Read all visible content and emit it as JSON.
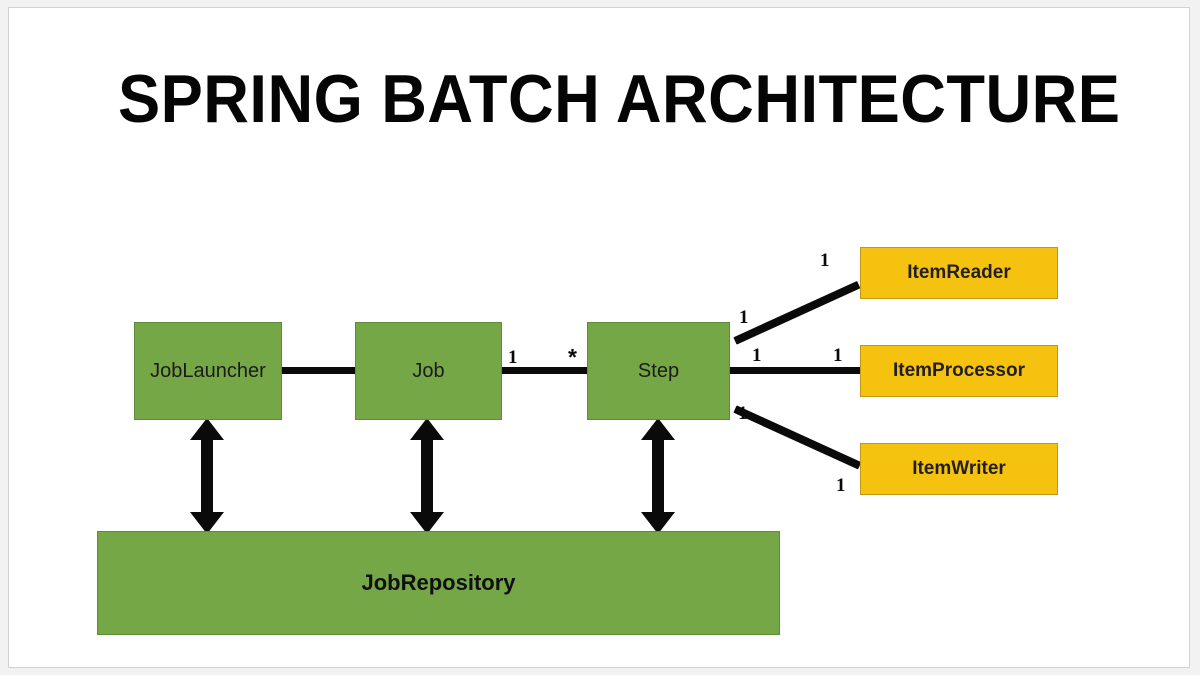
{
  "slide": {
    "title": "SPRING BATCH ARCHITECTURE",
    "background_color": "#ffffff",
    "frame_border_color": "#d2d2d2"
  },
  "palette": {
    "green": "#76A747",
    "green_border": "#5F8A37",
    "yellow": "#F5C210",
    "yellow_border": "#C09A17",
    "line": "#0A0A0A",
    "text": "#1B1B1B"
  },
  "diagram": {
    "type": "uml-class-architecture",
    "nodes": [
      {
        "id": "joblauncher",
        "label": "JobLauncher",
        "style": "green",
        "bold": false
      },
      {
        "id": "job",
        "label": "Job",
        "style": "green",
        "bold": false
      },
      {
        "id": "step",
        "label": "Step",
        "style": "green",
        "bold": false
      },
      {
        "id": "jobrepository",
        "label": "JobRepository",
        "style": "green",
        "bold": true
      },
      {
        "id": "itemreader",
        "label": "ItemReader",
        "style": "yellow",
        "bold": true
      },
      {
        "id": "itemprocessor",
        "label": "ItemProcessor",
        "style": "yellow",
        "bold": true
      },
      {
        "id": "itemwriter",
        "label": "ItemWriter",
        "style": "yellow",
        "bold": true
      }
    ],
    "edges": [
      {
        "from": "joblauncher",
        "to": "job",
        "kind": "line",
        "from_mult": "",
        "to_mult": ""
      },
      {
        "from": "job",
        "to": "step",
        "kind": "line",
        "from_mult": "1",
        "to_mult": "*"
      },
      {
        "from": "step",
        "to": "itemreader",
        "kind": "line",
        "from_mult": "1",
        "to_mult": "1"
      },
      {
        "from": "step",
        "to": "itemprocessor",
        "kind": "line",
        "from_mult": "1",
        "to_mult": "1"
      },
      {
        "from": "step",
        "to": "itemwriter",
        "kind": "line",
        "from_mult": "1",
        "to_mult": "1"
      },
      {
        "from": "joblauncher",
        "to": "jobrepository",
        "kind": "double-arrow",
        "from_mult": "",
        "to_mult": ""
      },
      {
        "from": "job",
        "to": "jobrepository",
        "kind": "double-arrow",
        "from_mult": "",
        "to_mult": ""
      },
      {
        "from": "step",
        "to": "jobrepository",
        "kind": "double-arrow",
        "from_mult": "",
        "to_mult": ""
      }
    ],
    "multiplicity_labels": {
      "job_to_step_near_job": "1",
      "job_to_step_near_step": "*",
      "step_to_reader_near_step": "1",
      "step_to_reader_near_reader": "1",
      "step_to_processor_near_step": "1",
      "step_to_processor_near_processor": "1",
      "step_to_writer_near_step": "1",
      "step_to_writer_near_writer": "1"
    }
  }
}
